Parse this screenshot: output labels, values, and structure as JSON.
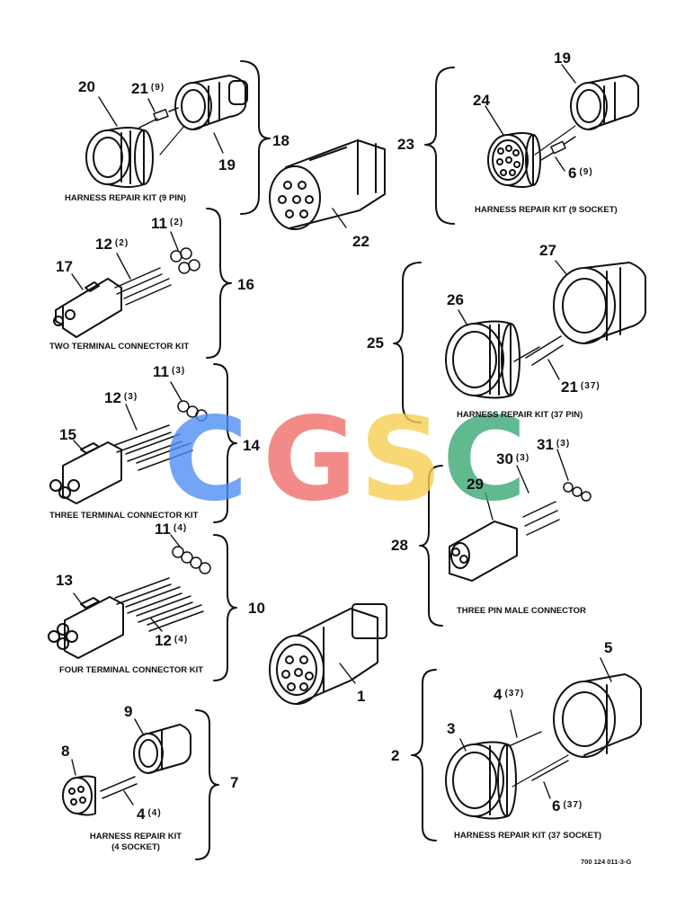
{
  "colors": {
    "ink": "#111111",
    "wm_c1": "#4f8ff5",
    "wm_g": "#ef6f6a",
    "wm_s": "#f7cf52",
    "wm_c2": "#3aa874"
  },
  "watermark": {
    "c1": "C",
    "g": "G",
    "s": "S",
    "c2": "C"
  },
  "callouts": {
    "c20": "20",
    "c21a": "21",
    "c21a_qty": "(9)",
    "c19a": "19",
    "c18": "18",
    "c22": "22",
    "c23": "23",
    "c19b": "19",
    "c24": "24",
    "c6a": "6",
    "c6a_qty": "(9)",
    "c11a": "11",
    "c11a_qty": "(2)",
    "c12a": "12",
    "c12a_qty": "(2)",
    "c17": "17",
    "c16": "16",
    "c27": "27",
    "c26": "26",
    "c25": "25",
    "c21b": "21",
    "c21b_qty": "(37)",
    "c11b": "11",
    "c11b_qty": "(3)",
    "c12b": "12",
    "c12b_qty": "(3)",
    "c15": "15",
    "c14": "14",
    "c31": "31",
    "c31_qty": "(3)",
    "c30": "30",
    "c30_qty": "(3)",
    "c29": "29",
    "c28": "28",
    "c11c": "11",
    "c11c_qty": "(4)",
    "c13": "13",
    "c12c": "12",
    "c12c_qty": "(4)",
    "c10": "10",
    "c1": "1",
    "c9": "9",
    "c8": "8",
    "c4a": "4",
    "c4a_qty": "(4)",
    "c7": "7",
    "c5": "5",
    "c4b": "4",
    "c4b_qty": "(37)",
    "c3": "3",
    "c2": "2",
    "c6b": "6",
    "c6b_qty": "(37)"
  },
  "kits": {
    "k9pin": "HARNESS REPAIR KIT (9 PIN)",
    "k9socket": "HARNESS REPAIR KIT (9 SOCKET)",
    "k2term": "TWO TERMINAL CONNECTOR KIT",
    "k37pin": "HARNESS REPAIR KIT (37 PIN)",
    "k3term": "THREE TERMINAL CONNECTOR KIT",
    "k3male": "THREE PIN MALE CONNECTOR",
    "k4term": "FOUR TERMINAL CONNECTOR KIT",
    "k4socket_l1": "HARNESS REPAIR KIT",
    "k4socket_l2": "(4 SOCKET)",
    "k37socket": "HARNESS REPAIR KIT (37 SOCKET)"
  },
  "figure_id": "700 124 011-3-G"
}
